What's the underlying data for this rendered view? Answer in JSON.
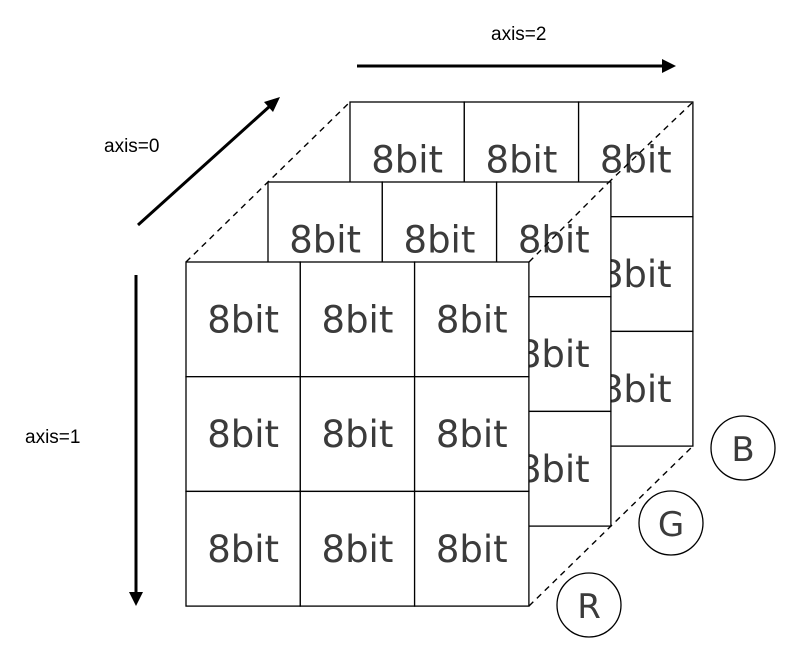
{
  "axes": {
    "axis0": "axis=0",
    "axis1": "axis=1",
    "axis2": "axis=2"
  },
  "cell_label": "8bit",
  "grid": {
    "rows": 3,
    "cols": 3
  },
  "layers": [
    {
      "channel": "B",
      "depth": 2
    },
    {
      "channel": "G",
      "depth": 1
    },
    {
      "channel": "R",
      "depth": 0
    }
  ],
  "colors": {
    "line": "#000000",
    "text": "#3b3b3b",
    "fill": "#ffffff"
  }
}
